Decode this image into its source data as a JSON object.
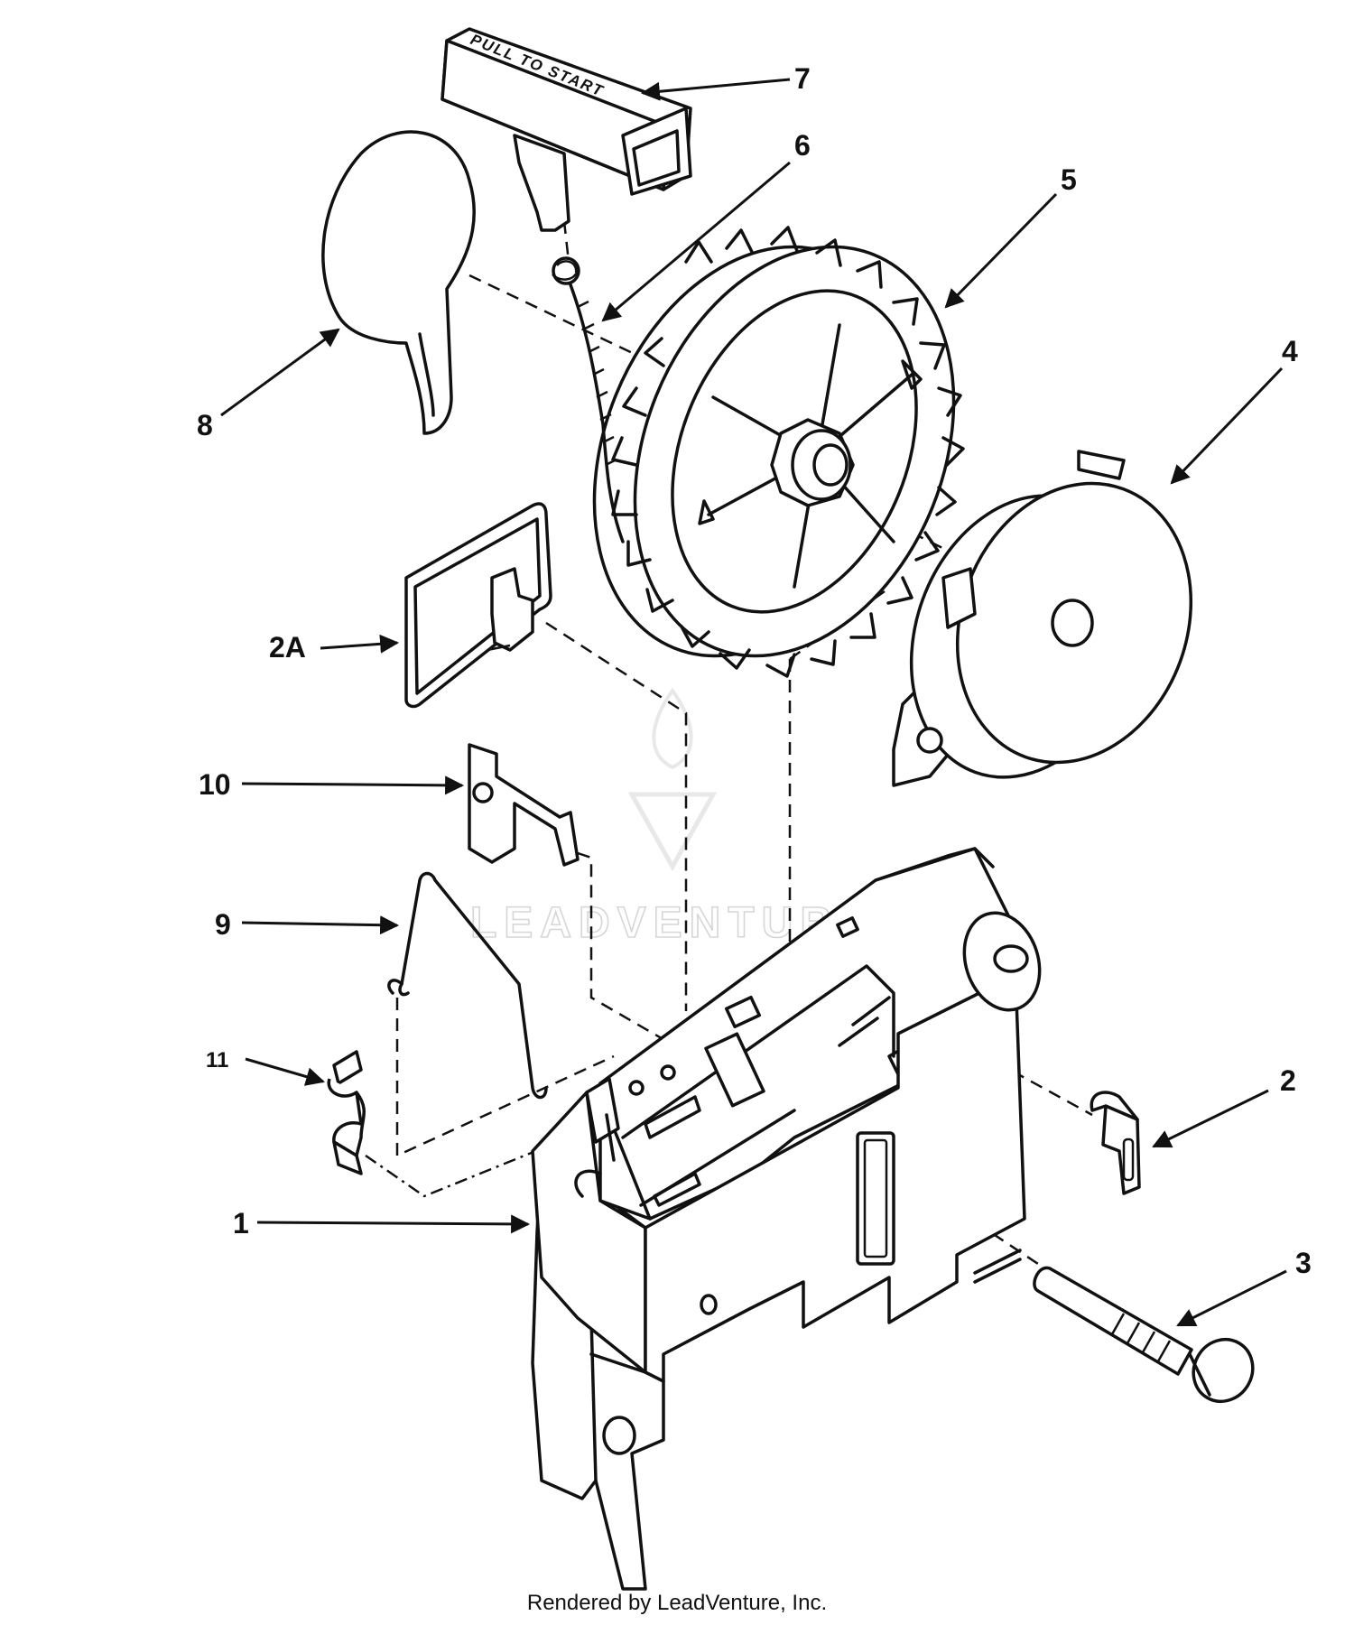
{
  "callouts": {
    "c1": "1",
    "c2": "2",
    "c2a": "2A",
    "c3": "3",
    "c4": "4",
    "c5": "5",
    "c6": "6",
    "c7": "7",
    "c8": "8",
    "c9": "9",
    "c10": "10",
    "c11": "11"
  },
  "handle_decal": "PULL TO START",
  "watermark": "LEADVENTURE",
  "footer": "Rendered by LeadVenture, Inc.",
  "colors": {
    "line": "#111111",
    "background": "#ffffff",
    "watermark": "#d6d6d6"
  }
}
